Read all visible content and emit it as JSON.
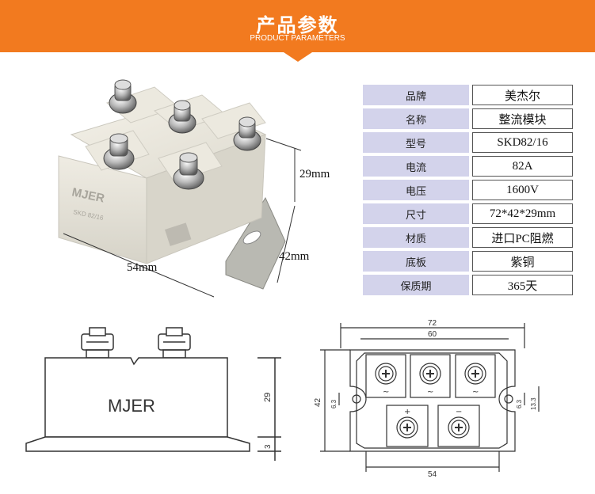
{
  "header": {
    "title": "产品参数",
    "subtitle": "PRODUCT PARAMETERS"
  },
  "photo": {
    "brand_mark": "MJER",
    "case_text": "SKD 82/16",
    "dim_height": "29mm",
    "dim_depth": "42mm",
    "dim_width": "54mm"
  },
  "params": [
    {
      "key": "品牌",
      "value": "美杰尔"
    },
    {
      "key": "名称",
      "value": "整流模块"
    },
    {
      "key": "型号",
      "value": "SKD82/16"
    },
    {
      "key": "电流",
      "value": "82A"
    },
    {
      "key": "电压",
      "value": "1600V"
    },
    {
      "key": "尺寸",
      "value": "72*42*29mm"
    },
    {
      "key": "材质",
      "value": "进口PC阻燃"
    },
    {
      "key": "底板",
      "value": "紫铜"
    },
    {
      "key": "保质期",
      "value": "365天"
    }
  ],
  "side_view": {
    "brand": "MJER",
    "dim_height": "29",
    "dim_base": "3"
  },
  "top_view": {
    "dim_overall": "72",
    "dim_holes": "60",
    "dim_height": "42",
    "dim_base_width": "54",
    "dim_slot": "6.3",
    "dim_slot_outer": "13.3",
    "dim_left_slot": "6.3",
    "terminal_marks": [
      "~",
      "~",
      "~",
      "+",
      "−"
    ]
  },
  "colors": {
    "banner": "#f27a1f",
    "key_cell": "#d3d3eb"
  }
}
